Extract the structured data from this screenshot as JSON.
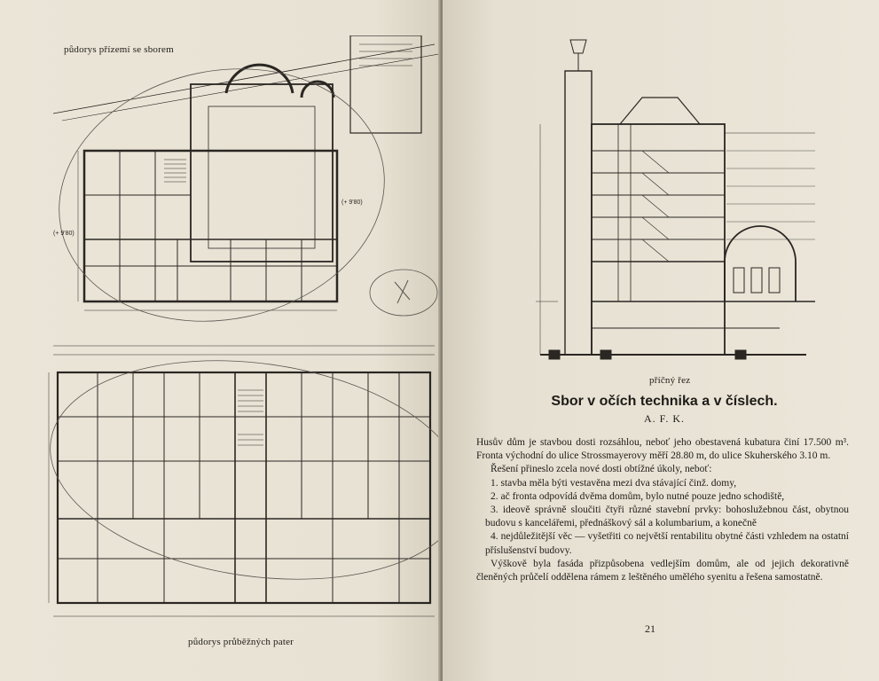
{
  "left_page": {
    "caption_top": "půdorys přízemí se sborem",
    "caption_bottom": "půdorys průběžných pater",
    "annotations": [
      "(+ 9'80)",
      "(+ 9'80)",
      "X"
    ]
  },
  "right_page": {
    "caption_section": "příčný řez",
    "title": "Sbor v očích technika a v číslech.",
    "author": "A. F. K.",
    "para1": "Husův dům je stavbou dosti rozsáhlou, neboť jeho obestavená kubatura činí 17.500 m³. Fronta východní do ulice Strossmayerovy měří 28.80 m, do ulice Skuherského 3.10 m.",
    "para2": "Řešení přineslo zcela nové dosti obtížné úkoly, neboť:",
    "items": [
      "1. stavba měla býti vestavěna mezi dva stávající činž. domy,",
      "2. ač fronta odpovídá dvěma domům, bylo nutné pouze jedno schodiště,",
      "3. ideově správně sloučiti čtyři různé stavební prvky: bohoslužebnou část, obytnou budovu s kancelářemi, přednáškový sál a kolumbarium, a konečně",
      "4. nejdůležitější věc — vyšetřiti co největší rentabilitu obytné části vzhledem na ostatní příslušenství budovy."
    ],
    "para3": "Výškově byla fasáda přizpůsobena vedlejším domům, ale od jejich dekorativně členěných průčelí oddělena rámem z leštěného umělého syenitu a řešena samostatně.",
    "page_number": "21"
  }
}
